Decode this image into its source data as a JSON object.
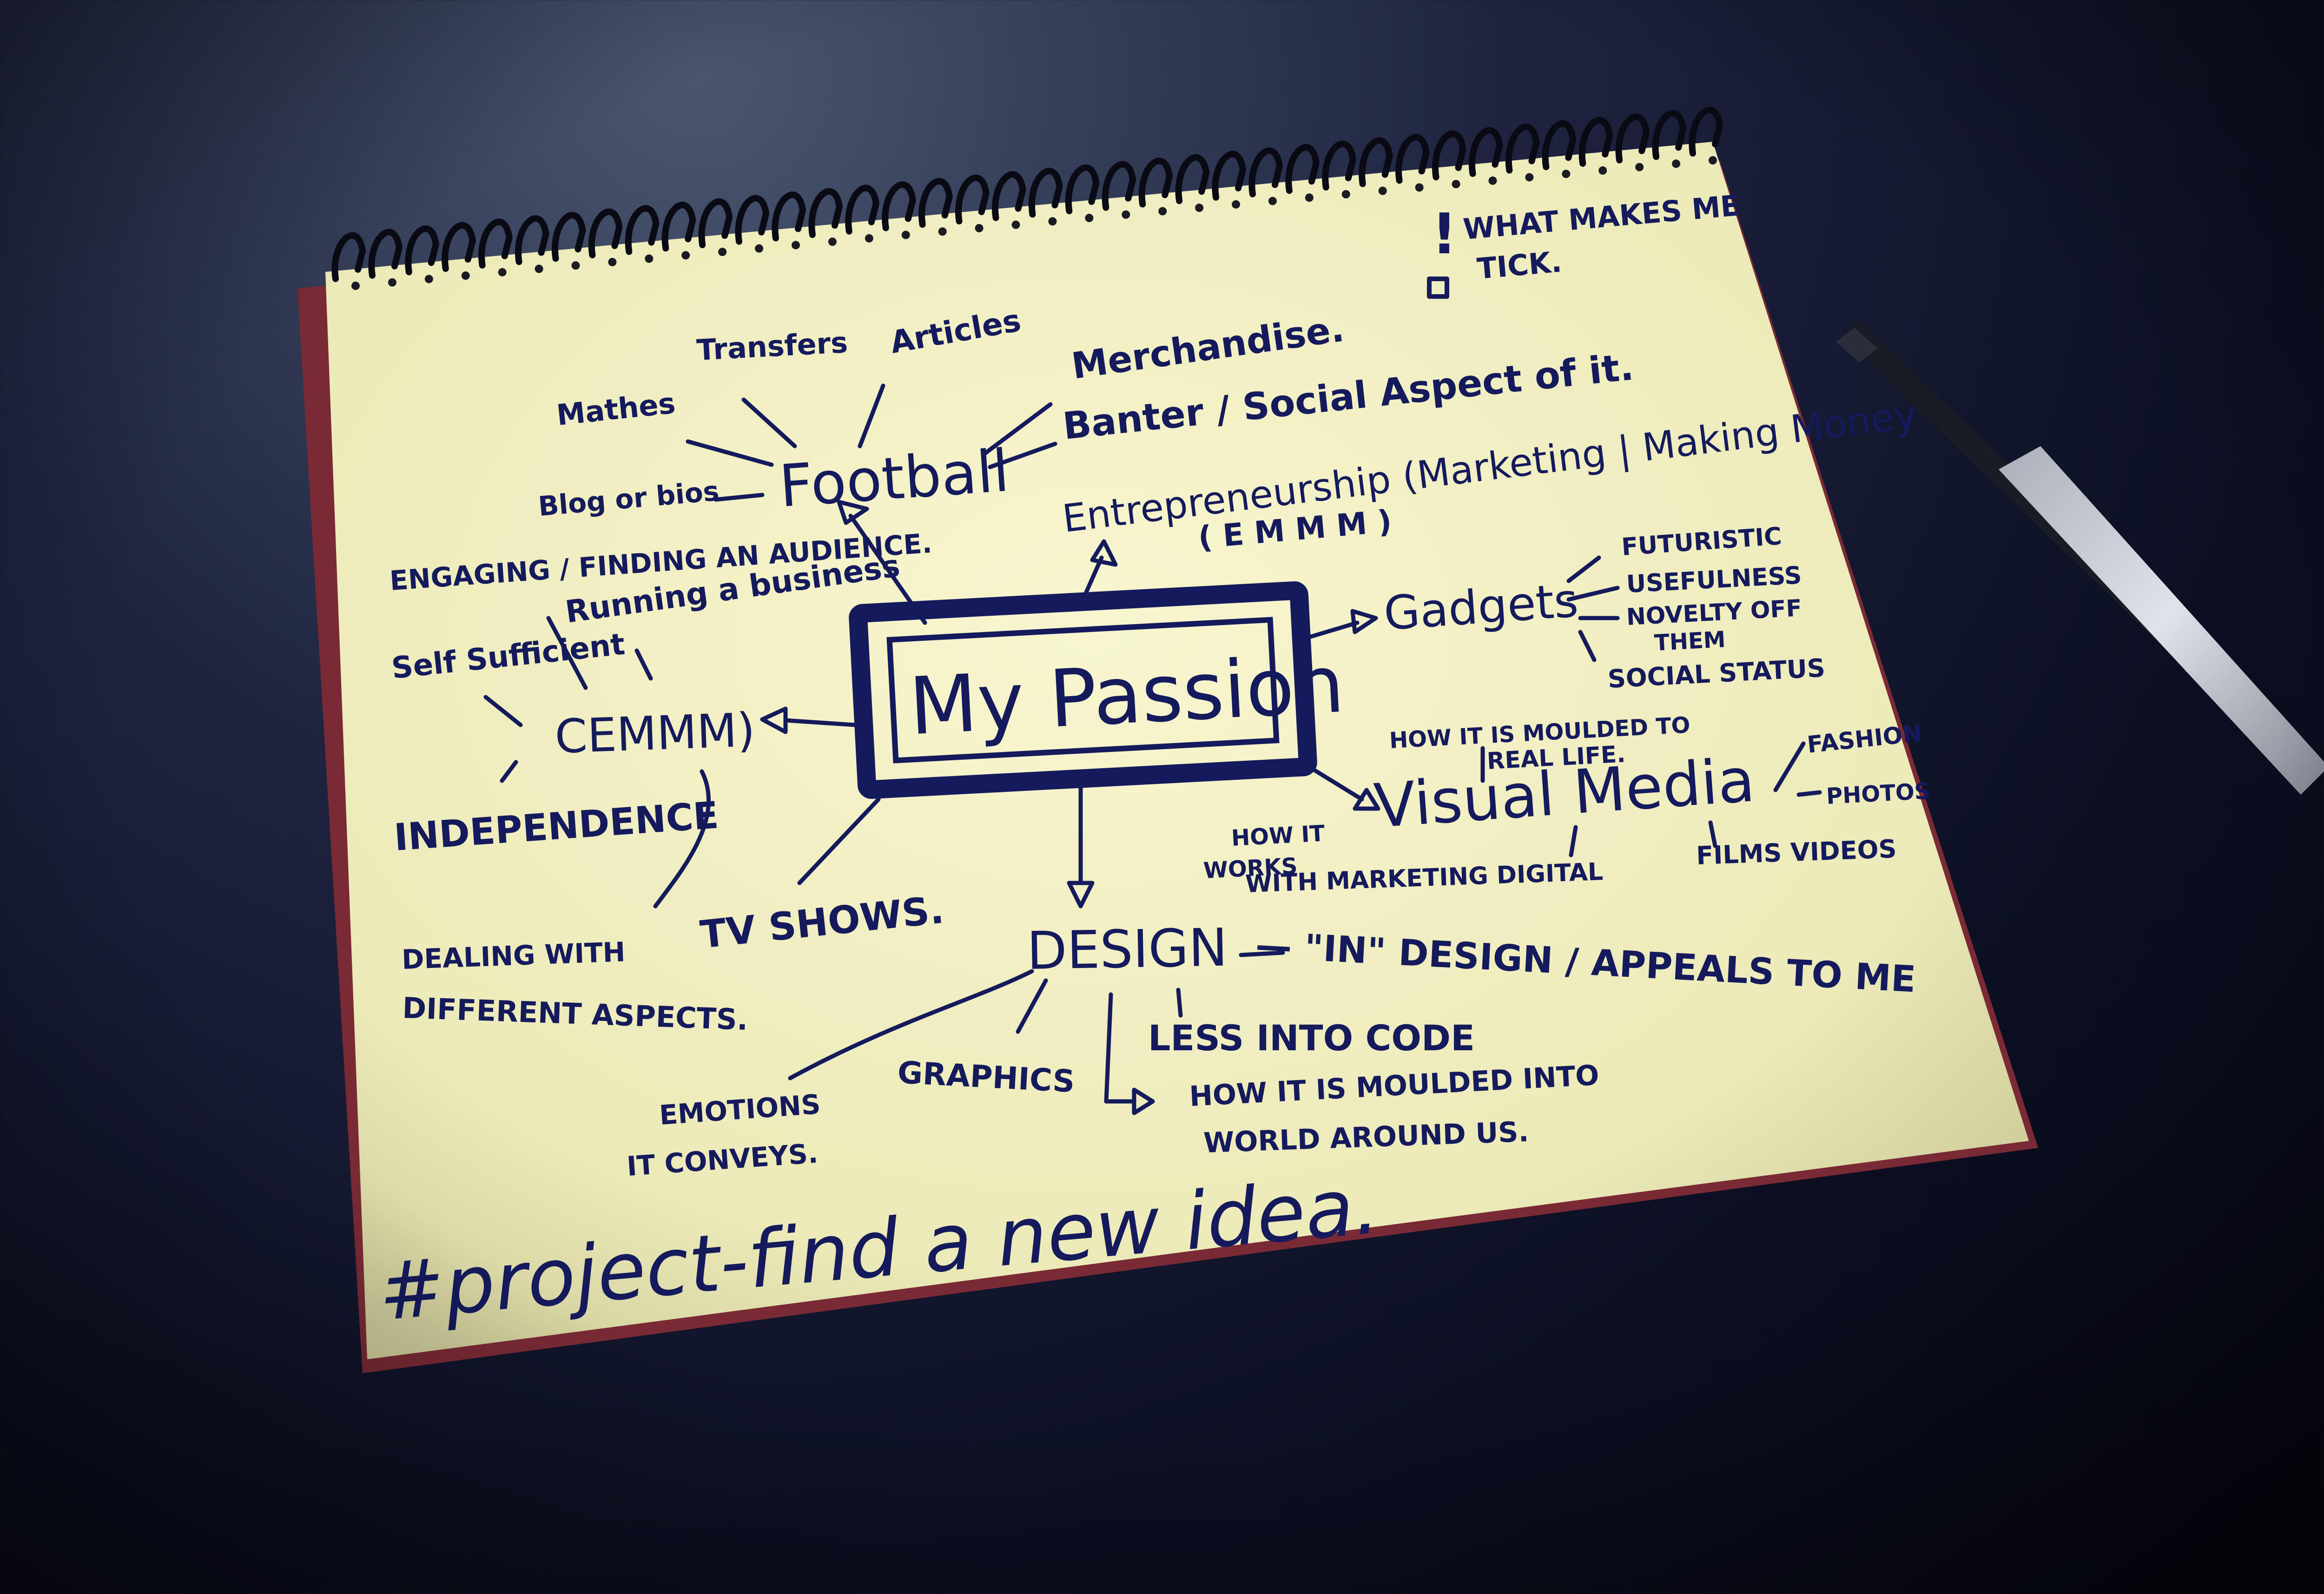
{
  "colors": {
    "ink": "#141a5c",
    "paper": "#f4f3c6",
    "background": "#0c0f22"
  },
  "center": {
    "label": "My Passion"
  },
  "corner_note": {
    "line1": "WHAT MAKES ME",
    "line2": "TICK."
  },
  "football": {
    "label": "Football",
    "branches": [
      "Transfers",
      "Articles",
      "Mathes",
      "Blog or bios",
      "Merchandise.",
      "Banter / Social Aspect of it."
    ],
    "audience": "ENGAGING / FINDING AN AUDIENCE."
  },
  "entrepreneurship": {
    "label": "Entrepreneurship (Marketing | Making Money",
    "sub": "( E M M M )"
  },
  "gadgets": {
    "label": "Gadgets",
    "branches": [
      "FUTURISTIC",
      "USEFULNESS",
      "NOVELTY OFF",
      "THEM",
      "SOCIAL STATUS"
    ]
  },
  "cemmm": {
    "label": "CEMMM)",
    "branches": [
      "Running a business",
      "Self Sufficient",
      "INDEPENDENCE",
      "DEALING WITH",
      "DIFFERENT ASPECTS."
    ]
  },
  "visual_media": {
    "label": "Visual Media",
    "branches": [
      "HOW IT IS MOULDED TO",
      "REAL LIFE.",
      "FASHION",
      "PHOTOS",
      "FILMS VIDEOS",
      "HOW IT",
      "WORKS",
      "WITH MARKETING DIGITAL"
    ]
  },
  "tv": {
    "label": "TV SHOWS."
  },
  "design": {
    "label": "DESIGN",
    "appeal": "— \"IN\" DESIGN / APPEALS TO ME",
    "branches": [
      "LESS INTO CODE",
      "HOW IT IS MOULDED INTO",
      "WORLD AROUND US.",
      "GRAPHICS",
      "EMOTIONS",
      "IT CONVEYS."
    ]
  },
  "hashtag": "#project-find a new idea."
}
